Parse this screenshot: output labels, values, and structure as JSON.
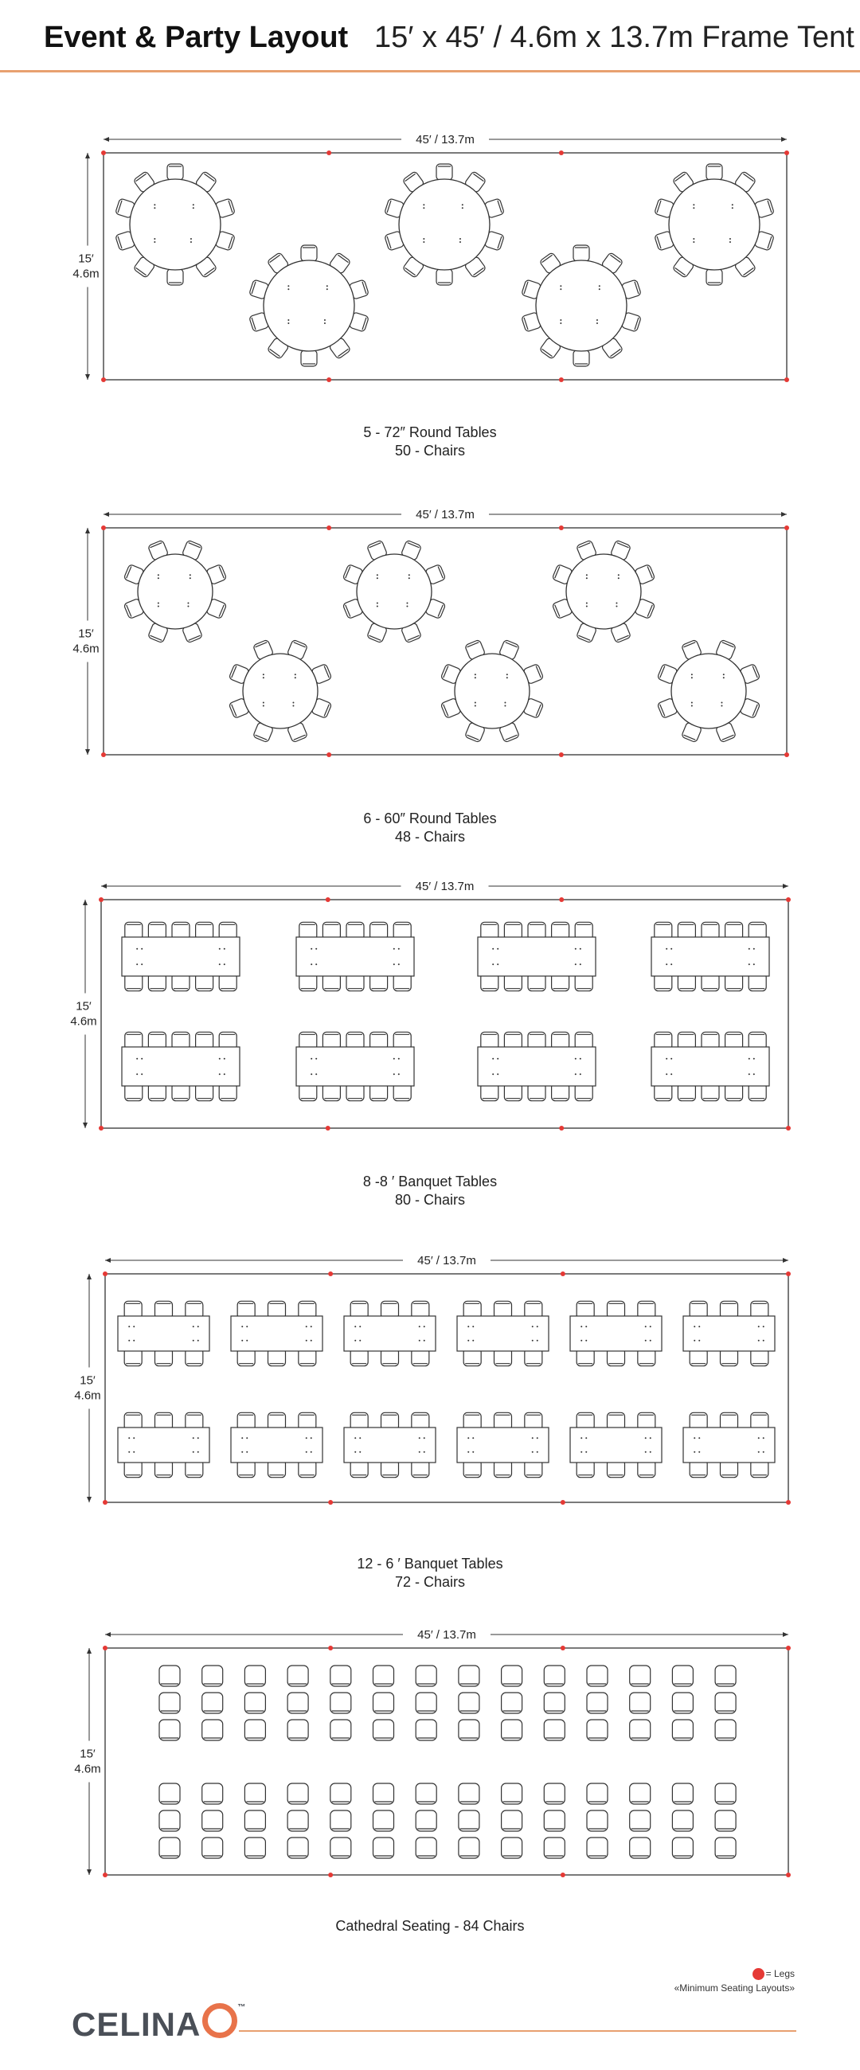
{
  "header": {
    "title": "Event & Party Layout",
    "subtitle": "15′ x 45′ / 4.6m x 13.7m Frame Tent"
  },
  "layouts": [
    {
      "id": "round72",
      "width_label": "45′ / 13.7m",
      "height_label_ft": "15′",
      "height_label_m": "4.6m",
      "caption_line1": "5 - 72″ Round Tables",
      "caption_line2": "50 - Chairs",
      "tables": 5,
      "chairs": 50
    },
    {
      "id": "round60",
      "width_label": "45′ / 13.7m",
      "height_label_ft": "15′",
      "height_label_m": "4.6m",
      "caption_line1": "6 - 60″ Round Tables",
      "caption_line2": "48 - Chairs",
      "tables": 6,
      "chairs": 48
    },
    {
      "id": "banquet8",
      "width_label": "45′ / 13.7m",
      "height_label_ft": "15′",
      "height_label_m": "4.6m",
      "caption_line1": "8 -8 ′  Banquet Tables",
      "caption_line2": "80 - Chairs",
      "tables": 8,
      "chairs": 80
    },
    {
      "id": "banquet6",
      "width_label": "45′ / 13.7m",
      "height_label_ft": "15′",
      "height_label_m": "4.6m",
      "caption_line1": "12 - 6 ′ Banquet Tables",
      "caption_line2": "72 - Chairs",
      "tables": 12,
      "chairs": 72
    },
    {
      "id": "cathedral",
      "width_label": "45′ / 13.7m",
      "height_label_ft": "15′",
      "height_label_m": "4.6m",
      "caption_line1": "Cathedral Seating - 84 Chairs",
      "caption_line2": "",
      "tables": 0,
      "chairs": 84
    }
  ],
  "legend": {
    "legs_label": "= Legs",
    "note": "«Minimum Seating Layouts»"
  },
  "footer": {
    "brand": "CELINA",
    "trademark": "™"
  },
  "colors": {
    "accent": "#e8a070",
    "legs": "#e53935",
    "lines": "#333333"
  }
}
